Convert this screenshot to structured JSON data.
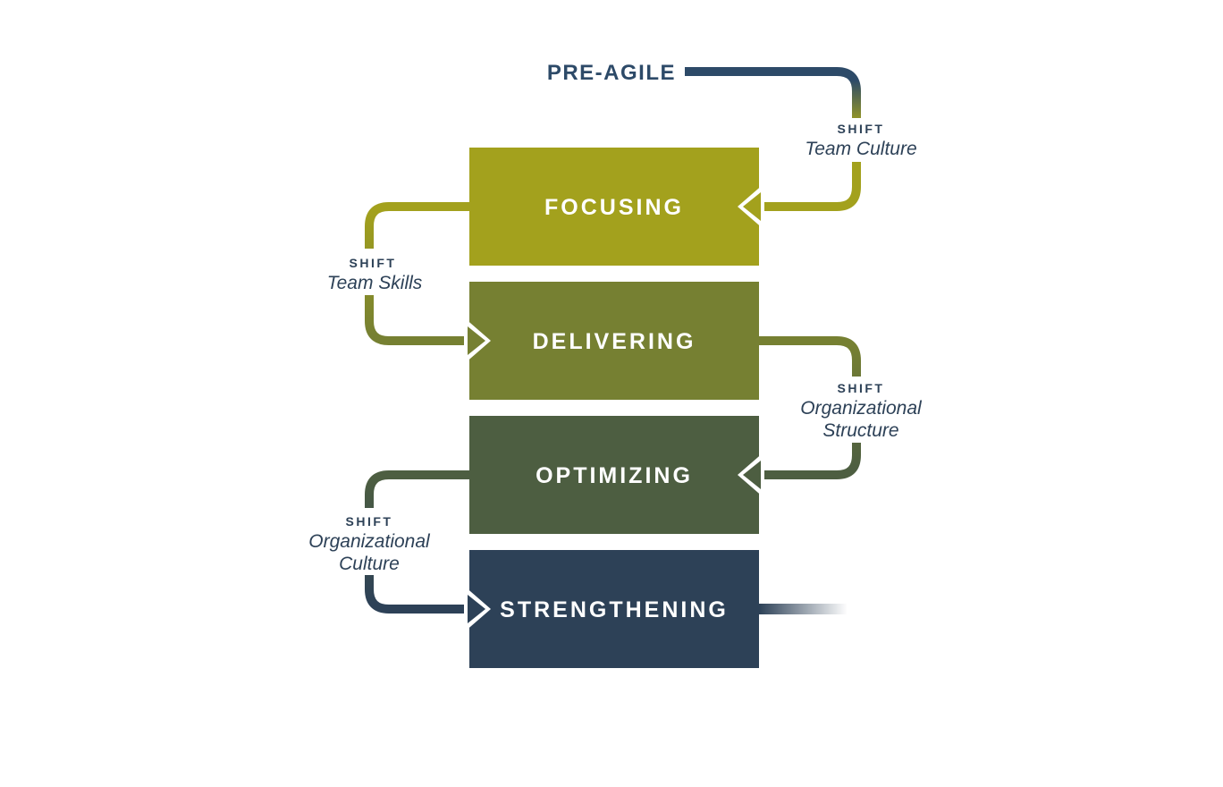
{
  "diagram": {
    "title": "PRE-AGILE",
    "stages": [
      {
        "label": "FOCUSING",
        "color": "#a3a11d"
      },
      {
        "label": "DELIVERING",
        "color": "#768032"
      },
      {
        "label": "OPTIMIZING",
        "color": "#4d5e41"
      },
      {
        "label": "STRENGTHENING",
        "color": "#2d4157"
      }
    ],
    "shifts": [
      {
        "label": "SHIFT",
        "lines": [
          "Team Culture"
        ],
        "side": "right"
      },
      {
        "label": "SHIFT",
        "lines": [
          "Team Skills"
        ],
        "side": "left"
      },
      {
        "label": "SHIFT",
        "lines": [
          "Organizational",
          "Structure"
        ],
        "side": "right"
      },
      {
        "label": "SHIFT",
        "lines": [
          "Organizational",
          "Culture"
        ],
        "side": "left"
      }
    ],
    "colors": {
      "background": "#ffffff",
      "title_text": "#2d4a68",
      "shift_text": "#2d4157",
      "stage_label_text": "#ffffff",
      "connector_navy": "#2d4a68"
    }
  }
}
